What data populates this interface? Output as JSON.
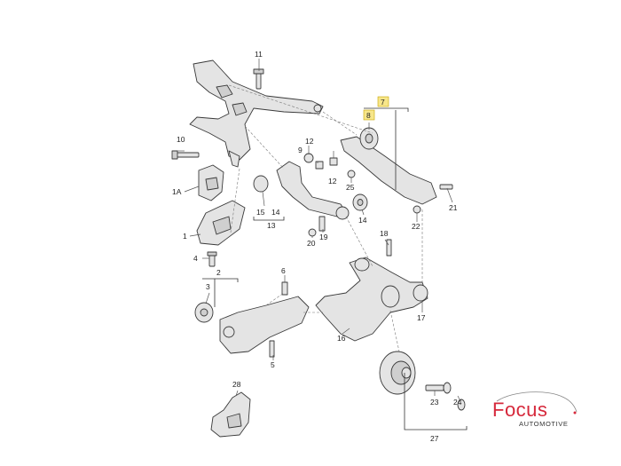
{
  "diagram": {
    "callouts": [
      "11",
      "10",
      "1A",
      "1",
      "4",
      "12",
      "9",
      "12",
      "25",
      "15",
      "14",
      "13",
      "20",
      "19",
      "14",
      "18",
      "8",
      "7",
      "21",
      "22",
      "17",
      "16",
      "6",
      "2",
      "3",
      "5",
      "28",
      "23",
      "24",
      "27"
    ]
  },
  "logo": {
    "brand": "Focus",
    "sub": "AUTOMOTIVE",
    "accent": "#d6283b"
  }
}
